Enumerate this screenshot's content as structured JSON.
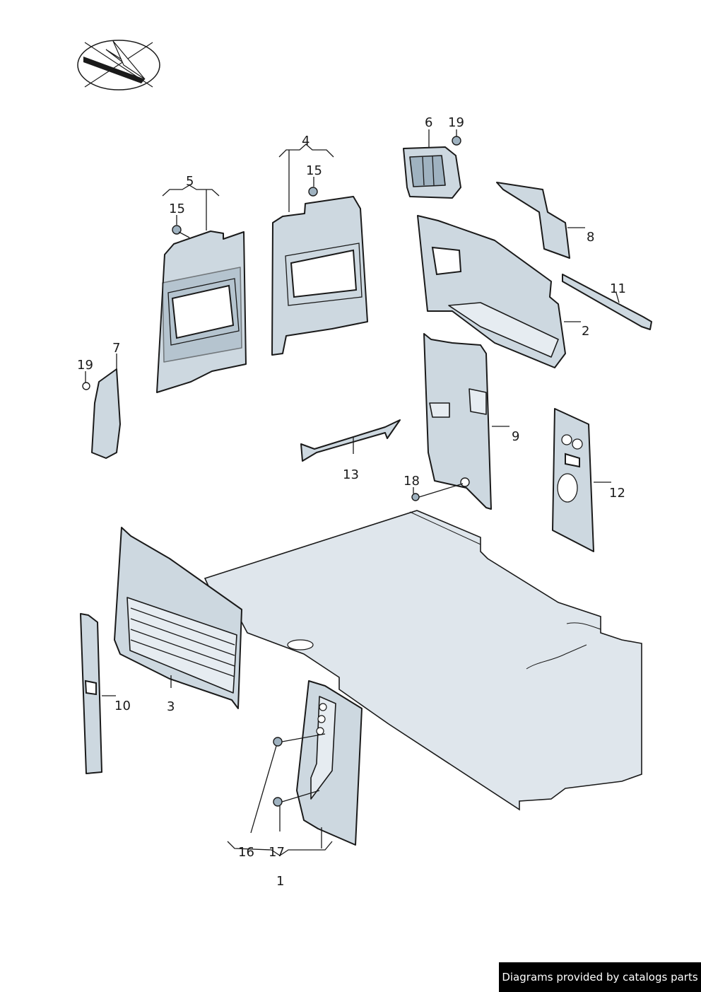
{
  "labels": {
    "l1": "1",
    "l2": "2",
    "l3": "3",
    "l4": "4",
    "l5": "5",
    "l6": "6",
    "l7": "7",
    "l8": "8",
    "l9": "9",
    "l10": "10",
    "l11": "11",
    "l12": "12",
    "l13": "13",
    "l15a": "15",
    "l15b": "15",
    "l16": "16",
    "l17": "17",
    "l18": "18",
    "l19a": "19",
    "l19b": "19"
  },
  "footer": {
    "text": "Diagrams provided by catalogs parts"
  },
  "colors": {
    "part_fill": "#cdd8e0",
    "outline": "#1a1a1a",
    "footer_bg": "#000000"
  },
  "icons": {
    "orientation": "compass-orientation-icon"
  }
}
